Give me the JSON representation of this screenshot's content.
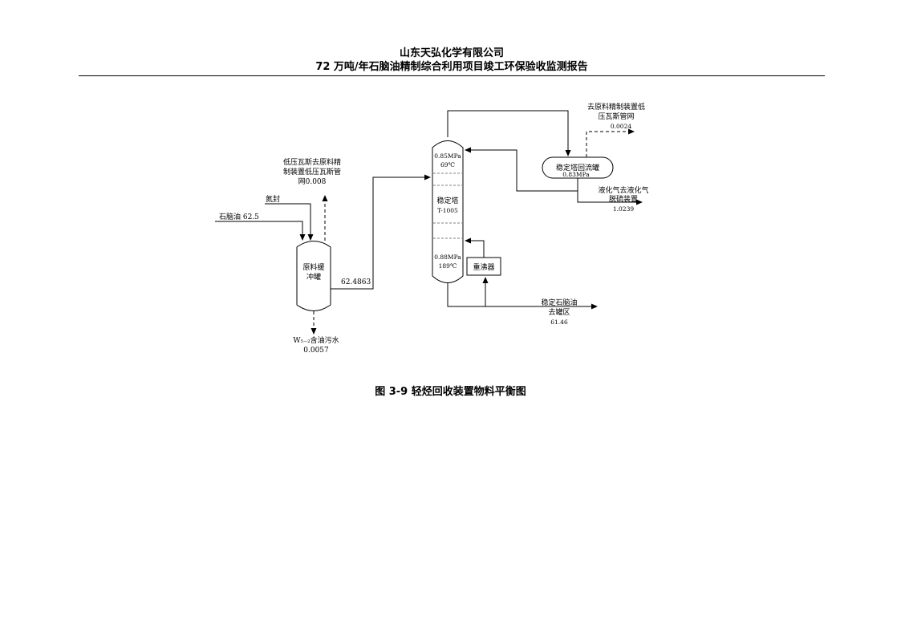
{
  "header": {
    "company": "山东天弘化学有限公司",
    "report": "72 万吨/年石脑油精制综合利用项目竣工环保验收监测报告"
  },
  "diagram": {
    "inputs": {
      "lowgas_line1": "低压瓦斯去原料精",
      "lowgas_line2": "制装置低压瓦斯管",
      "lowgas_line3": "网0.008",
      "nitrogen": "氮封",
      "naphtha_in": "石脑油 62.5"
    },
    "buffer_tank": {
      "line1": "原料缓",
      "line2": "冲罐",
      "outflow": "62.4863"
    },
    "wastewater": {
      "line1": "W₅₋₂含油污水",
      "line2": "0.0057"
    },
    "tower": {
      "top_pressure": "0.85MPa",
      "top_temp": "69℃",
      "name": "稳定塔",
      "tag": "T-1005",
      "bottom_pressure": "0.88MPa",
      "bottom_temp": "189℃"
    },
    "reboiler": "重沸器",
    "reflux_drum": {
      "name": "稳定塔回流罐",
      "pressure": "0.83MPa"
    },
    "offgas": {
      "line1": "去原料精制装置低",
      "line2": "压瓦斯管网",
      "line3": "0.0024"
    },
    "lpg": {
      "line1": "液化气去液化气",
      "line2": "脱硫装置",
      "line3": "1.0239"
    },
    "product": {
      "line1": "稳定石脑油",
      "line2": "去罐区",
      "line3": "61.46"
    }
  },
  "caption": "图 3-9 轻烃回收装置物料平衡图"
}
